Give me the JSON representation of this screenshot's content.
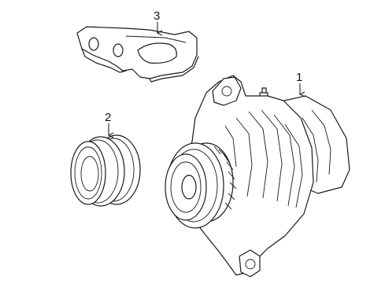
{
  "callouts": [
    {
      "id": "alternator",
      "label": "1"
    },
    {
      "id": "pulley",
      "label": "2"
    },
    {
      "id": "bracket",
      "label": "3"
    }
  ]
}
